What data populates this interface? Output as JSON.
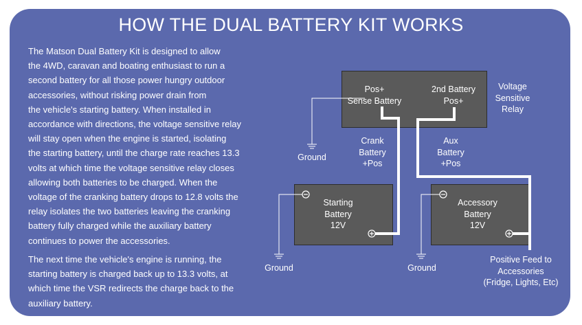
{
  "title": "HOW THE DUAL BATTERY KIT  WORKS",
  "paragraphs": {
    "p1": [
      "The Matson Dual Battery Kit is designed to allow",
      "the 4WD, caravan and boating enthusiast to run a",
      "second battery for all those power hungry outdoor",
      "accessories, without risking power drain from",
      "the vehicle's starting battery.  When installed in",
      "accordance with directions, the voltage sensitive relay",
      "will stay open when the engine is started, isolating",
      "the starting battery, until the  charge rate reaches 13.3",
      "volts at which time the voltage sensitive relay closes",
      "allowing both batteries to be charged.  When the",
      "voltage of the cranking battery drops to 12.8 volts the",
      "relay isolates the two batteries leaving the cranking",
      "battery fully charged while the auxiliary battery",
      "continues to power the accessories."
    ],
    "p2": [
      "The next time the vehicle's engine is running, the",
      "starting battery is charged back up to 13.3 volts, at",
      "which time the VSR redirects the charge back to the",
      "auxiliary battery."
    ]
  },
  "diagram": {
    "vsr": {
      "pos_sense": [
        "Pos+",
        "Sense Battery"
      ],
      "second_battery": [
        "2nd Battery",
        "Pos+"
      ],
      "side_label": [
        "Voltage",
        "Sensitive",
        "Relay"
      ]
    },
    "starting_battery": [
      "Starting",
      "Battery",
      "12V"
    ],
    "accessory_battery": [
      "Accessory",
      "Battery",
      "12V"
    ],
    "crank_label": [
      "Crank",
      "Battery",
      "+Pos"
    ],
    "aux_label": [
      "Aux",
      "Battery",
      "+Pos"
    ],
    "ground_label": "Ground",
    "feed_label": [
      "Positive Feed to",
      "Accessories",
      "(Fridge, Lights, Etc)"
    ],
    "terminal_neg": "−",
    "terminal_pos": "+"
  },
  "colors": {
    "panel": "#5b69ad",
    "box": "#5a5a5a",
    "wire": "#ffffff",
    "text": "#ffffff"
  }
}
